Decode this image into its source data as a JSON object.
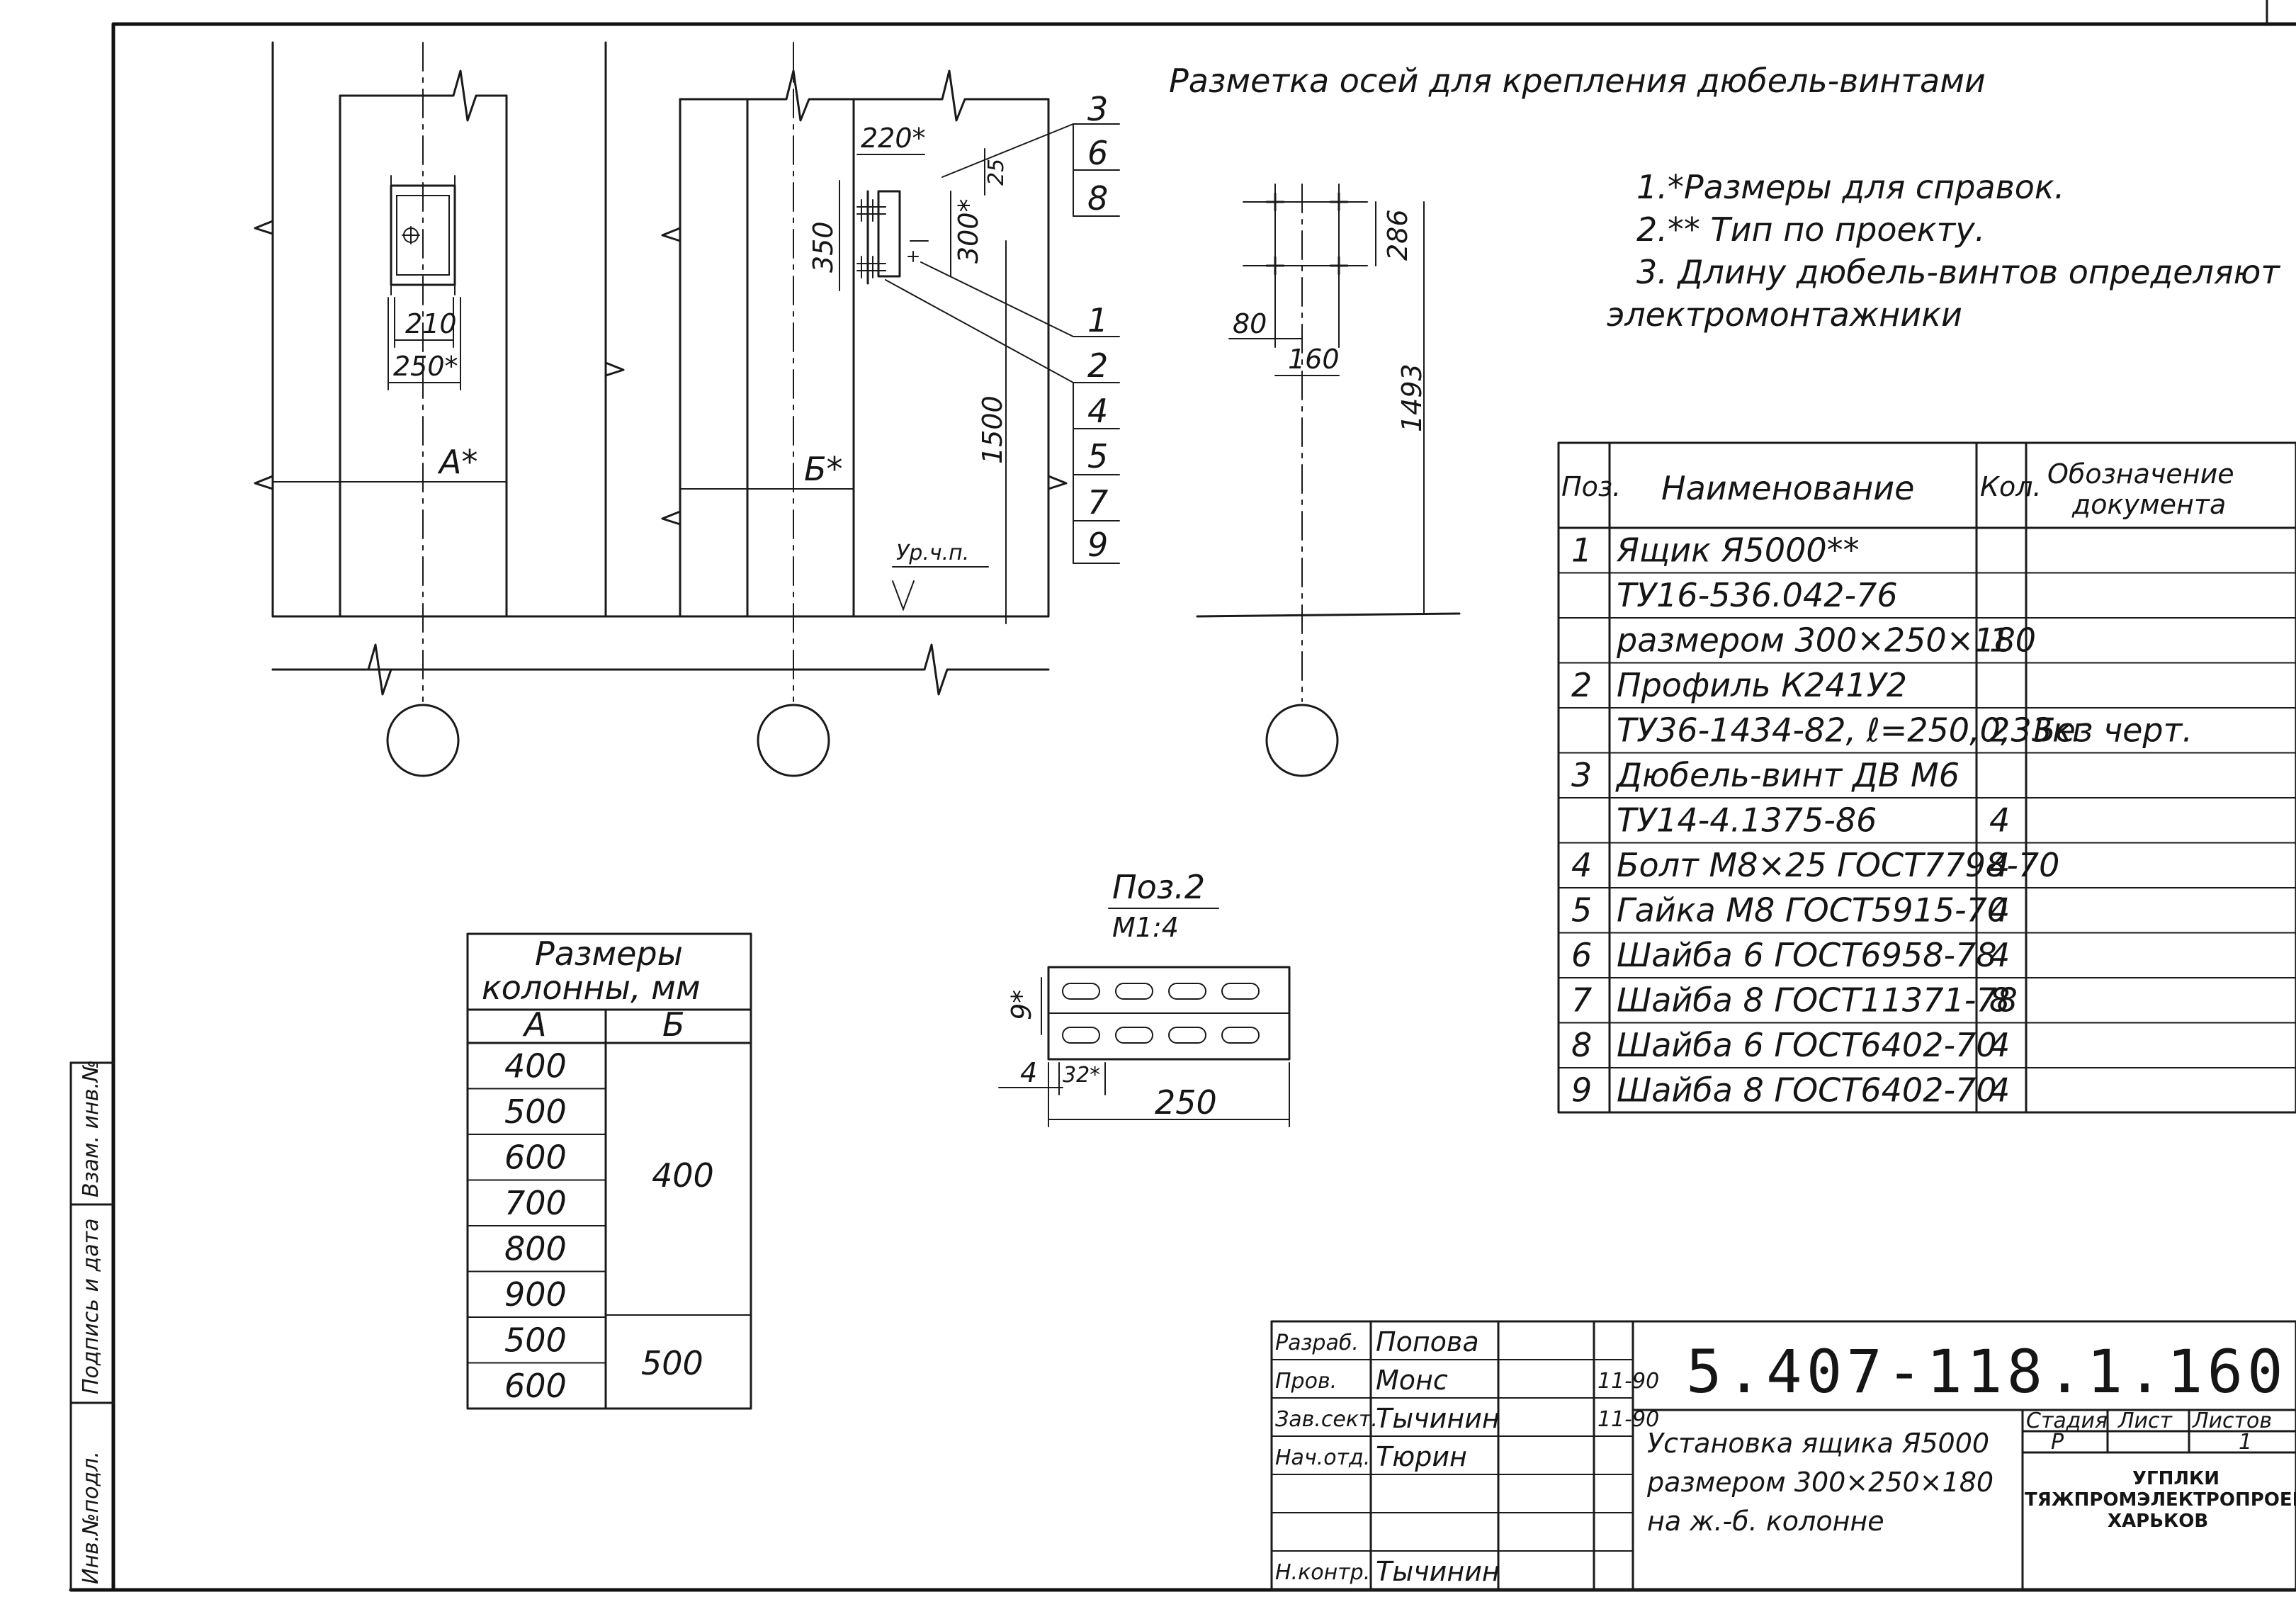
{
  "drawing_title": "Разметка осей для крепления дюбель-винтами",
  "notes": [
    "1.*Размеры для справок.",
    "2.** Тип по проекту.",
    "3. Длину дюбель-винтов определяют",
    "электромонтажники"
  ],
  "dims": {
    "v1_210": "210",
    "v1_250": "250*",
    "v1_a": "A*",
    "v2_220": "220*",
    "v2_25": "25",
    "v2_350": "350",
    "v2_300": "300*",
    "v2_b": "Б*",
    "v2_1500": "1500",
    "v2_level": "Ур.ч.п.",
    "v3_80": "80",
    "v3_160": "160",
    "v3_286": "286",
    "v3_1493": "1493",
    "p2_9": "9*",
    "p2_4": "4",
    "p2_32": "32*",
    "p2_250": "250"
  },
  "callouts_top": [
    "3",
    "6",
    "8"
  ],
  "callouts_bottom": [
    "1",
    "2",
    "4",
    "5",
    "7",
    "9"
  ],
  "pos2": {
    "title": "Поз.2",
    "scale": "М1:4"
  },
  "spec": {
    "headers": [
      "Поз.",
      "Наименование",
      "Кол.",
      "Обозначение документа"
    ],
    "rows": [
      [
        "1",
        "Ящик Я5000**",
        "",
        ""
      ],
      [
        "",
        "ТУ16-536.042-76",
        "",
        ""
      ],
      [
        "",
        "размером 300×250×180",
        "1",
        ""
      ],
      [
        "2",
        "Профиль К241У2",
        "",
        ""
      ],
      [
        "",
        "ТУ36-1434-82, ℓ=250,0,33кг",
        "2",
        "Без черт."
      ],
      [
        "3",
        "Дюбель-винт ДВ М6",
        "",
        ""
      ],
      [
        "",
        "ТУ14-4.1375-86",
        "4",
        ""
      ],
      [
        "4",
        "Болт М8×25 ГОСТ7798-70",
        "4",
        ""
      ],
      [
        "5",
        "Гайка М8 ГОСТ5915-70",
        "4",
        ""
      ],
      [
        "6",
        "Шайба 6 ГОСТ6958-78",
        "4",
        ""
      ],
      [
        "7",
        "Шайба 8 ГОСТ11371-78",
        "8",
        ""
      ],
      [
        "8",
        "Шайба 6 ГОСТ6402-70",
        "4",
        ""
      ],
      [
        "9",
        "Шайба 8 ГОСТ6402-70",
        "4",
        ""
      ]
    ]
  },
  "col_table": {
    "title_line1": "Размеры",
    "title_line2": "колонны, мм",
    "header_a": "А",
    "header_b": "Б",
    "a_values": [
      "400",
      "500",
      "600",
      "700",
      "800",
      "900",
      "500",
      "600"
    ],
    "b_values": [
      "400",
      "500"
    ]
  },
  "title_block": {
    "doc_number": "5.407-118.1.160",
    "roles": [
      "Разраб.",
      "Пров.",
      "Зав.сект.",
      "Нач.отд.",
      "",
      "",
      "Н.контр."
    ],
    "names": [
      "Попова",
      "Монс",
      "Тычинин",
      "Тюрин",
      "",
      "",
      "Тычинин"
    ],
    "dates": [
      "",
      "11-90",
      "11-90",
      ""
    ],
    "description": [
      "Установка ящика Я5000",
      "размером 300×250×180",
      "на ж.-б. колонне"
    ],
    "stage_label": "Стадия",
    "sheet_label": "Лист",
    "sheets_label": "Листов",
    "stage": "Р",
    "sheets": "1",
    "org": [
      "УГПЛКИ",
      "ТЯЖПРОМЭЛЕКТРОПРОЕКТ",
      "ХАРЬКОВ"
    ]
  },
  "side_stamp": [
    "Инв.№подл.",
    "Подпись и дата",
    "Взам. инв.№"
  ]
}
